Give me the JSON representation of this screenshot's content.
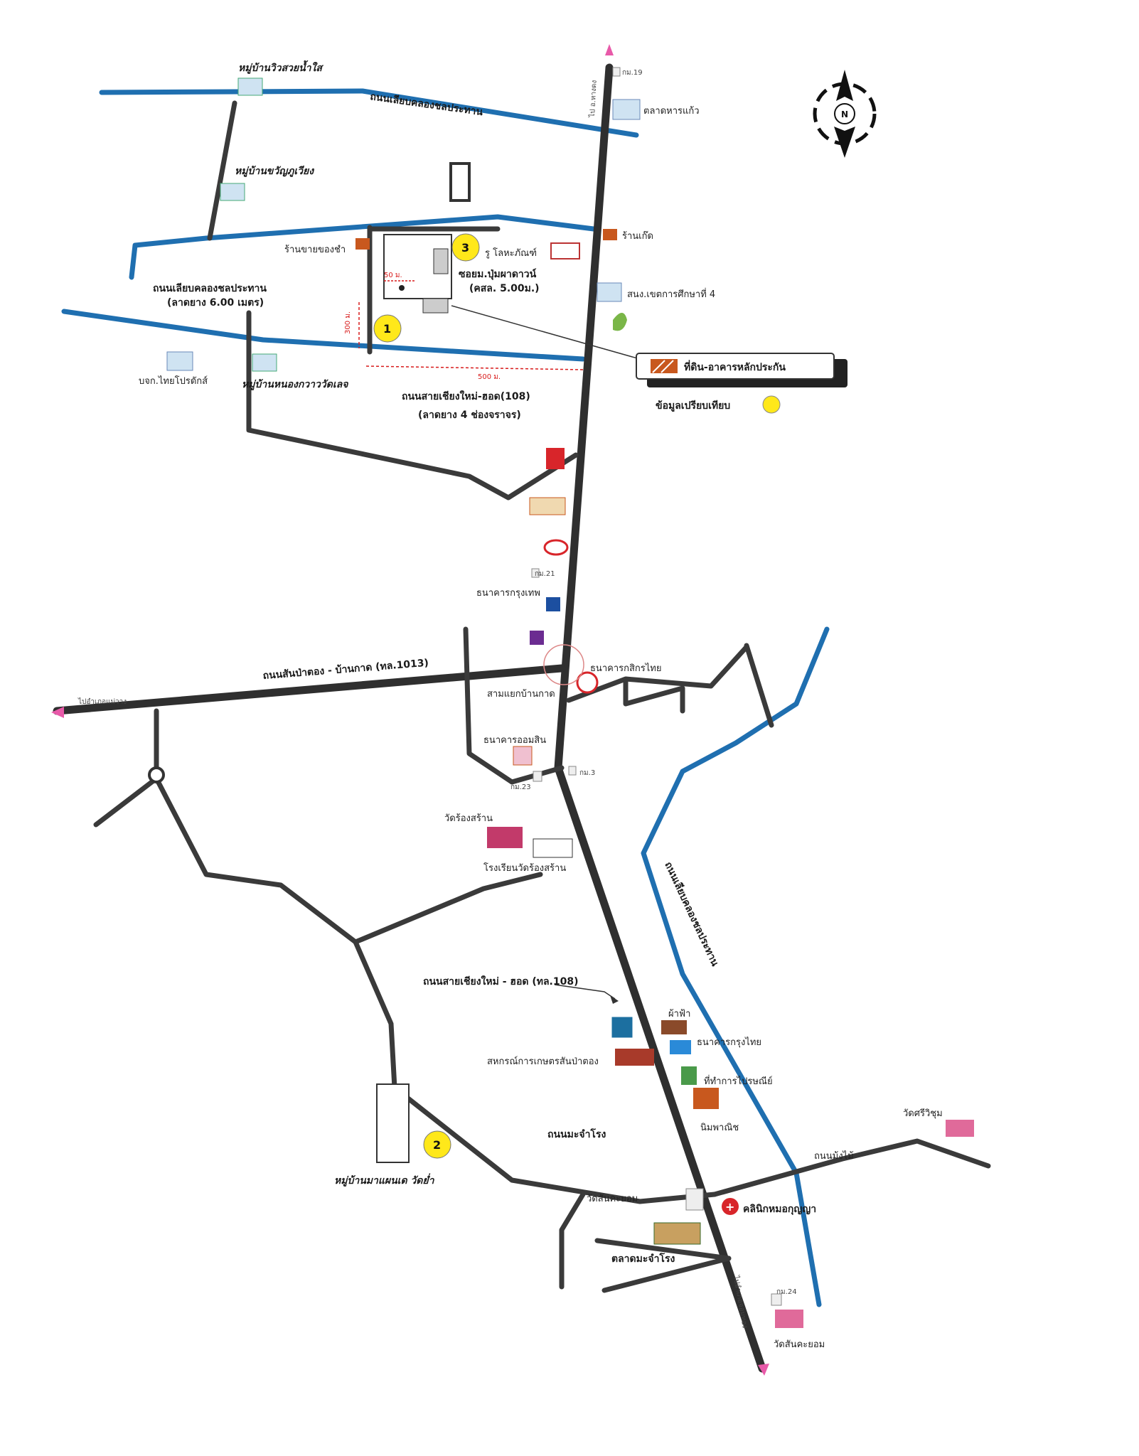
{
  "colors": {
    "road": "#3a3a3a",
    "canal": "#1f6fb0",
    "marker": "#ffe81a",
    "arrow": "#e85aa9",
    "building": "#c8581e"
  },
  "compass": {
    "letter": "N"
  },
  "legend": {
    "collateral": "ที่ดิน-อาคารหลักประกัน",
    "comparison": "ข้อมูลเปรียบเทียบ"
  },
  "markers": [
    "1",
    "2",
    "3"
  ],
  "labels": {
    "village_top": "หมู่บ้านวิวสวยน้ำใส",
    "canal_road_top": "ถนนเลียบคลองชลประทาน",
    "km19": "กม.19",
    "to_top": "ไป อ.หางดง",
    "market_top": "ตลาดหารแก้ว",
    "village_khwan": "หมู่บ้านขวัญภูเวียง",
    "canal_road_left": "ถนนเลียบคลองชลประทาน",
    "canal_road_left_sub": "(ลาดยาง 6.00 เมตร)",
    "shop_left": "ร้านขายของชำ",
    "shop_right": "ร้านเก๊ด",
    "marker3_label": "รู โลหะภัณฑ์",
    "soi": "ซอยม.ปุ่มผาดาวน์",
    "soi_sub": "(คสล. 5.00ม.)",
    "office": "สนง.เขตการศึกษาที่ 4",
    "company": "บจก.ไทยโปรดักส์",
    "village_nong": "หมู่บ้านหนองกวาววัดเลจ",
    "highway_top": "ถนนสายเชียงใหม่-ฮอด(108)",
    "highway_top_sub": "(ลาดยาง 4 ช่องจราจร)",
    "km21": "กม.21",
    "bank_bangkok": "ธนาคารกรุงเทพ",
    "bank_kasikorn": "ธนาคารกสิกรไทย",
    "road_1013": "ถนนสันป่าตอง - บ้านกาด (ทล.1013)",
    "to_left": "ไปอำเภอแม่วาง",
    "junction": "สามแยกบ้านกาด",
    "bank_gsb": "ธนาคารออมสิน",
    "km3": "กม.3",
    "km23": "กม.23",
    "temple_rong": "วัดร้องสร้าน",
    "school_rong": "โรงเรียนวัดร้องสร้าน",
    "canal_road_right": "ถนนเลียบคลองชลประทาน",
    "highway_mid": "ถนนสายเชียงใหม่ - ฮอด (ทล.108)",
    "cooperative": "สหกรณ์การเกษตรสันป่าตอง",
    "shop_mid": "ผ้าฟ้า",
    "bank_krungthai": "ธนาคารกรุงไทย",
    "post_office": "ที่ทำการไปรษณีย์",
    "nim": "นิมพาณิช",
    "temple_right": "วัดศรีวิชุม",
    "road_makhamrong": "ถนนมะจำโรง",
    "road_right": "ถนนม้งไม้",
    "village_bottom": "หมู่บ้านมาแผนเด วัดย่ำ",
    "temple_san": "วัดสันคะยอม",
    "clinic": "คลินิกหมอกุญญา",
    "market_bottom": "ตลาดมะจำโรง",
    "to_bottom": "ไปอำเภอจอมทอง",
    "km24": "กม.24",
    "temple_san_bottom": "วัดสันคะยอม",
    "dist_50": "50 ม.",
    "dist_300": "300 ม.",
    "dist_500": "500 ม."
  }
}
